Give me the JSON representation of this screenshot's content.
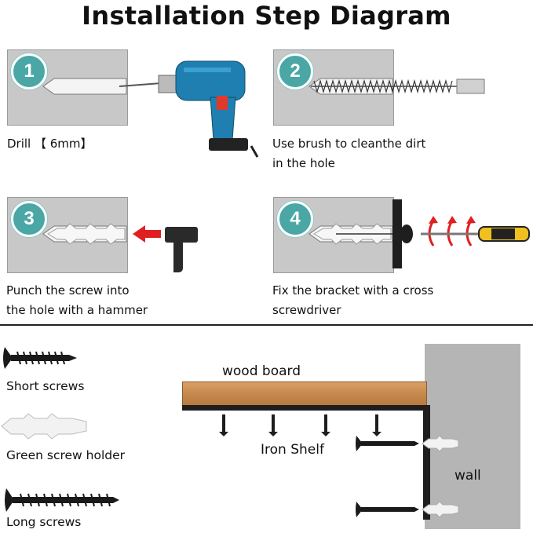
{
  "title": "Installation Step Diagram",
  "steps": [
    {
      "number": "1",
      "caption_lines": [
        "Drill 【 6mm】"
      ]
    },
    {
      "number": "2",
      "caption_lines": [
        "Use brush to cleanthe dirt",
        "in the hole"
      ]
    },
    {
      "number": "3",
      "caption_lines": [
        "Punch the screw into",
        "the hole with a hammer"
      ]
    },
    {
      "number": "4",
      "caption_lines": [
        "Fix the bracket with a cross",
        "screwdriver"
      ]
    }
  ],
  "parts": {
    "short_screws": "Short screws",
    "screw_holder": "Green screw holder",
    "long_screws": "Long screws"
  },
  "assembly": {
    "wood_board": "wood board",
    "iron_shelf": "Iron Shelf",
    "wall": "wall"
  },
  "colors": {
    "badge": "#4aa7a6",
    "panel": "#c8c8c8",
    "drill_body": "#1f7fb0",
    "arrow_red": "#e02020",
    "screwdriver_yellow": "#f0c020",
    "wood": "#c78a4e"
  }
}
